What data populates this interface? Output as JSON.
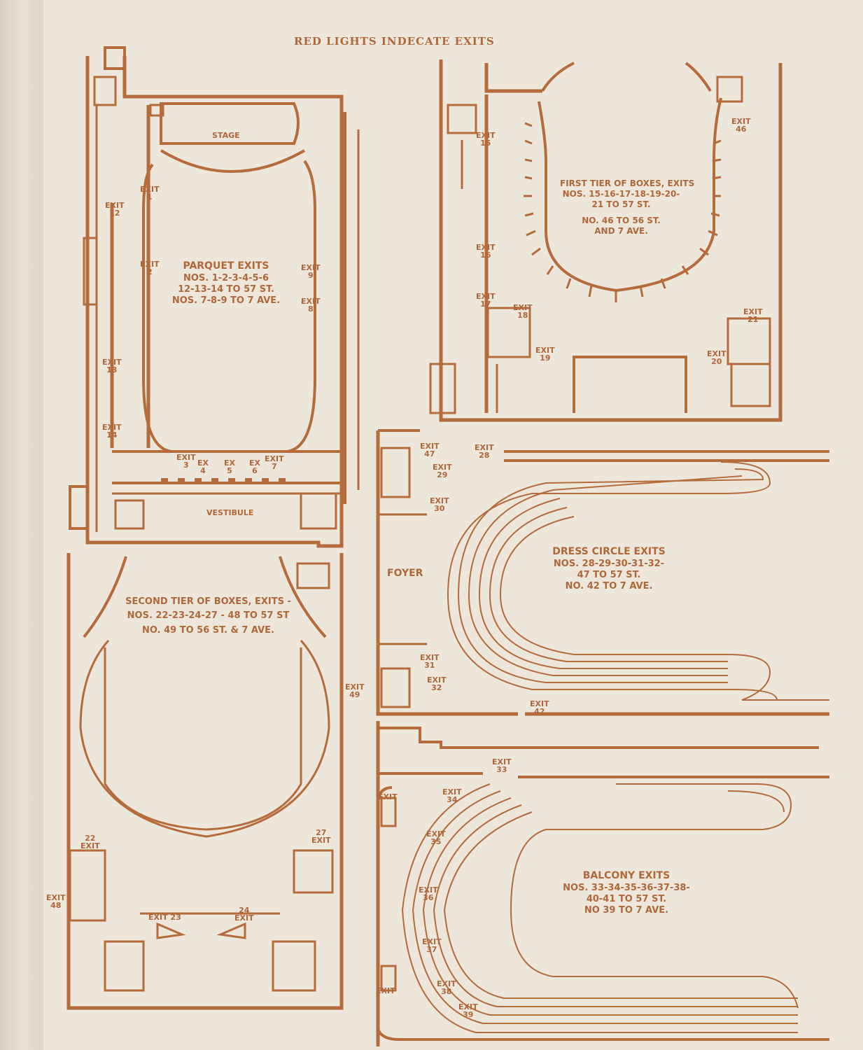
{
  "header": {
    "title": "RED LIGHTS INDECATE EXITS"
  },
  "parquet": {
    "stage_label": "STAGE",
    "vestibule_label": "VESTIBULE",
    "note": [
      "PARQUET EXITS",
      "NOS. 1-2-3-4-5-6",
      "12-13-14 TO 57 ST.",
      "NOS. 7-8-9 TO 7 AVE."
    ],
    "exits": [
      {
        "top": "EXIT",
        "num": "1"
      },
      {
        "top": "EXIT",
        "num": "2"
      },
      {
        "top": "EXIT",
        "num": "12"
      },
      {
        "top": "EXIT",
        "num": "13"
      },
      {
        "top": "EXIT",
        "num": "14"
      },
      {
        "top": "EXIT",
        "num": "9"
      },
      {
        "top": "EXIT",
        "num": "8"
      },
      {
        "top": "EXIT",
        "num": "3"
      },
      {
        "top": "EX",
        "num": "4"
      },
      {
        "top": "EX",
        "num": "5"
      },
      {
        "top": "EX",
        "num": "6"
      },
      {
        "top": "EXIT",
        "num": "7"
      }
    ]
  },
  "first_tier": {
    "note": [
      "FIRST TIER OF BOXES, EXITS",
      "NOS. 15-16-17-18-19-20-",
      "21 TO 57 ST.",
      "NO. 46 TO 56 ST.",
      "AND 7 AVE."
    ],
    "exits": [
      {
        "top": "EXIT",
        "num": "15"
      },
      {
        "top": "EXIT",
        "num": "16"
      },
      {
        "top": "EXIT",
        "num": "17"
      },
      {
        "top": "EXIT",
        "num": "18"
      },
      {
        "top": "EXIT",
        "num": "19"
      },
      {
        "top": "EXIT",
        "num": "46"
      },
      {
        "top": "EXIT",
        "num": "21"
      },
      {
        "top": "EXIT",
        "num": "20"
      }
    ]
  },
  "dress_circle": {
    "foyer_label": "FOYER",
    "note": [
      "DRESS CIRCLE EXITS",
      "NOS. 28-29-30-31-32-",
      "47 TO 57 ST.",
      "NO. 42 TO 7 AVE."
    ],
    "exits": [
      {
        "top": "EXIT",
        "num": "47"
      },
      {
        "top": "EXIT",
        "num": "28"
      },
      {
        "top": "EXIT",
        "num": "29"
      },
      {
        "top": "EXIT",
        "num": "30"
      },
      {
        "top": "EXIT",
        "num": "31"
      },
      {
        "top": "EXIT",
        "num": "32"
      },
      {
        "top": "EXIT",
        "num": "42"
      }
    ]
  },
  "second_tier": {
    "note": [
      "SECOND TIER OF BOXES, EXITS -",
      "NOS. 22-23-24-27 - 48 TO 57 ST",
      "NO. 49 TO 56 ST. & 7 AVE."
    ],
    "exits": [
      {
        "top": "EXIT",
        "num": "49"
      },
      {
        "top": "22",
        "num": "EXIT"
      },
      {
        "top": "27",
        "num": "EXIT"
      },
      {
        "top": "EXIT",
        "num": "48"
      },
      {
        "top": "EXIT 23",
        "num": ""
      },
      {
        "top": "24",
        "num": "EXIT"
      }
    ]
  },
  "balcony": {
    "note": [
      "BALCONY EXITS",
      "NOS. 33-34-35-36-37-38-",
      "40-41 TO 57 ST.",
      "NO 39 TO 7 AVE."
    ],
    "exits": [
      {
        "top": "EXIT",
        "num": "33"
      },
      {
        "top": "EXIT",
        "num": ""
      },
      {
        "top": "EXIT",
        "num": "34"
      },
      {
        "top": "EXIT",
        "num": "35"
      },
      {
        "top": "EXIT",
        "num": "36"
      },
      {
        "top": "EXIT",
        "num": "37"
      },
      {
        "top": "EXIT",
        "num": "38"
      },
      {
        "top": "EXIT",
        "num": "39"
      },
      {
        "top": "EXIT",
        "num": ""
      }
    ]
  },
  "colors": {
    "ink": "#b56b3b",
    "paper": "#ece7da"
  }
}
